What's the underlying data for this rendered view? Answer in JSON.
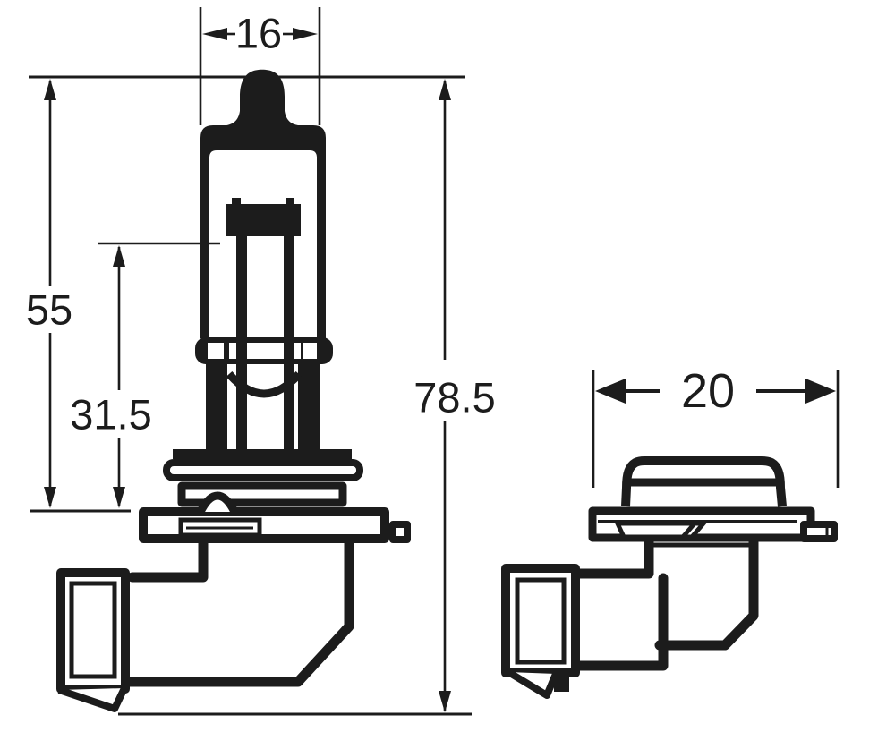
{
  "diagram": {
    "type": "technical-dimensional-drawing",
    "subject": "halogen headlight bulb, front and side views",
    "colors": {
      "line": "#1c1c1c",
      "background": "#ffffff"
    },
    "front_view": {
      "dimensions": {
        "bulb_diameter": "16",
        "tip_to_seat": "55",
        "seat_to_filament": "31.5",
        "overall_length": "78.5"
      }
    },
    "side_view": {
      "dimensions": {
        "base_width": "20"
      }
    }
  }
}
